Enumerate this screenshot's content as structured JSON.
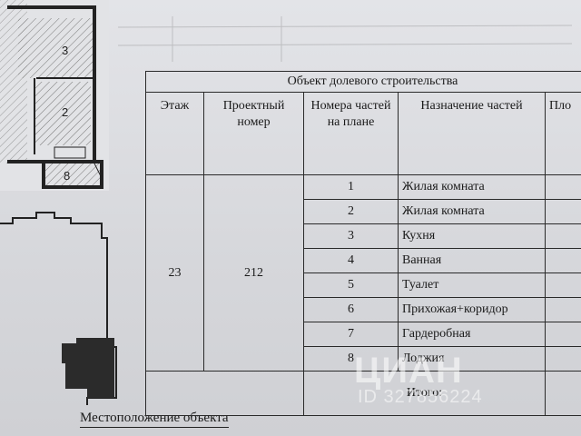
{
  "plan": {
    "room_labels": [
      "3",
      "2",
      "8"
    ]
  },
  "table": {
    "title": "Объект долевого строительства",
    "headers": {
      "floor": "Этаж",
      "project_number": "Проектный номер",
      "part_numbers": "Номера частей на плане",
      "purpose": "Назначение частей",
      "area_cut": "Пло"
    },
    "floor": "23",
    "project_number": "212",
    "parts": [
      {
        "num": "1",
        "purpose": "Жилая комната"
      },
      {
        "num": "2",
        "purpose": "Жилая комната"
      },
      {
        "num": "3",
        "purpose": "Кухня"
      },
      {
        "num": "4",
        "purpose": "Ванная"
      },
      {
        "num": "5",
        "purpose": "Туалет"
      },
      {
        "num": "6",
        "purpose": "Прихожая+коридор"
      },
      {
        "num": "7",
        "purpose": "Гардеробная"
      },
      {
        "num": "8",
        "purpose": "Лоджия"
      }
    ],
    "total_label": "Итого:"
  },
  "location_caption": "Местоположение объекта",
  "watermark": {
    "brand": "ЦИАН",
    "id": "ID 327856224"
  }
}
